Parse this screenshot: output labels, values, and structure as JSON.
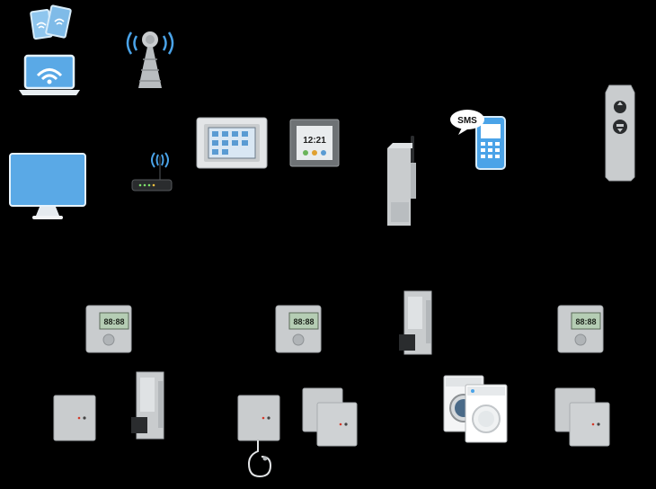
{
  "sms_bubble": {
    "label": "SMS"
  },
  "touch_panel_small": {
    "clock": "12:21"
  },
  "thermostat_display": {
    "digits": "88:88"
  },
  "colors": {
    "background": "#000000",
    "device_grey": "#c9ccce",
    "screen_blue": "#5aa9e6",
    "panel_dark": "#3c3f42"
  },
  "icons": [
    "tablet-icon",
    "laptop-wifi-icon",
    "desktop-monitor-icon",
    "antenna-tower-icon",
    "wifi-router-icon",
    "touch-panel-large-icon",
    "touch-panel-small-icon",
    "gsm-gateway-icon",
    "sms-phone-icon",
    "remote-control-icon",
    "room-thermostat-icon",
    "plug-in-receiver-icon",
    "wall-receiver-icon",
    "washing-machine-icon",
    "dryer-icon",
    "temperature-sensor-icon"
  ]
}
